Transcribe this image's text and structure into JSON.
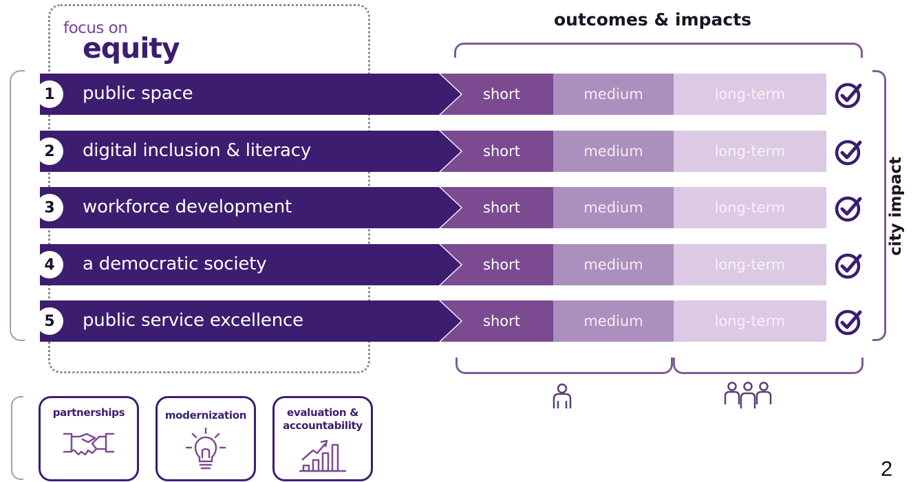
{
  "header": {
    "focus_on": "focus on",
    "equity": "equity",
    "outcomes_title": "outcomes & impacts",
    "side_label": "city impact"
  },
  "rows": [
    {
      "number": "1",
      "label": "public space"
    },
    {
      "number": "2",
      "label": "digital inclusion & literacy"
    },
    {
      "number": "3",
      "label": "workforce development"
    },
    {
      "number": "4",
      "label": "a democratic society"
    },
    {
      "number": "5",
      "label": "public service excellence"
    }
  ],
  "stages": {
    "short": "short",
    "medium": "medium",
    "long": "long-term"
  },
  "enablers": [
    {
      "title": "partnerships",
      "icon": "handshake-icon"
    },
    {
      "title": "modernization",
      "icon": "lightbulb-icon"
    },
    {
      "title": "evaluation & accountability",
      "icon": "growth-chart-icon"
    }
  ],
  "icons": {
    "check": "check-circle-icon",
    "individual": "person-icon",
    "community": "group-icon"
  },
  "colors": {
    "row_dark": "#3c1d6f",
    "short": "#7b4a91",
    "medium": "#ab8fbd",
    "long_term": "#dcc9e3",
    "accent": "#7a3f9c"
  },
  "page_number": "2"
}
